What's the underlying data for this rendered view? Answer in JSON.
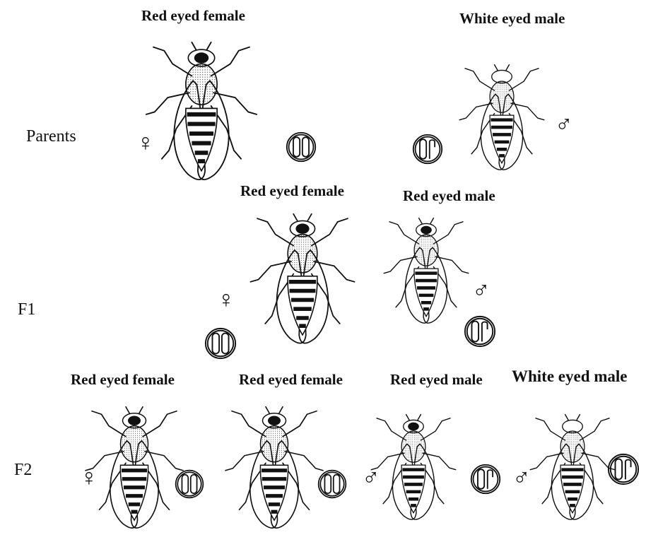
{
  "rows": {
    "parents": "Parents",
    "f1": "F1",
    "f2": "F2"
  },
  "labels": {
    "p_female": "Red eyed female",
    "p_male": "White eyed male",
    "f1_female": "Red eyed female",
    "f1_male": "Red eyed male",
    "f2_female_1": "Red eyed female",
    "f2_female_2": "Red eyed female",
    "f2_male_1": "Red eyed male",
    "f2_male_2": "White eyed male"
  },
  "symbols": {
    "female": "♀",
    "male": "♂"
  }
}
